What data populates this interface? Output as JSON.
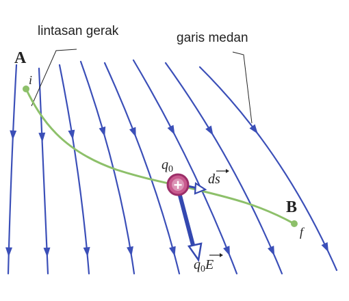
{
  "labels": {
    "path_label": "lintasan gerak",
    "field_label": "garis medan",
    "point_a": "A",
    "point_b": "B",
    "initial": "i",
    "final": "f",
    "charge": "q",
    "charge_sub": "0",
    "charge_sign": "+",
    "displacement": "ds",
    "force_q": "q",
    "force_sub": "0",
    "force_e": "E"
  },
  "colors": {
    "field_line": "#3b4fb8",
    "path": "#8dc06a",
    "charge_fill": "#c85a8e",
    "charge_ring": "#9c2e68",
    "force_arrow": "#3448b0",
    "text": "#222222"
  }
}
